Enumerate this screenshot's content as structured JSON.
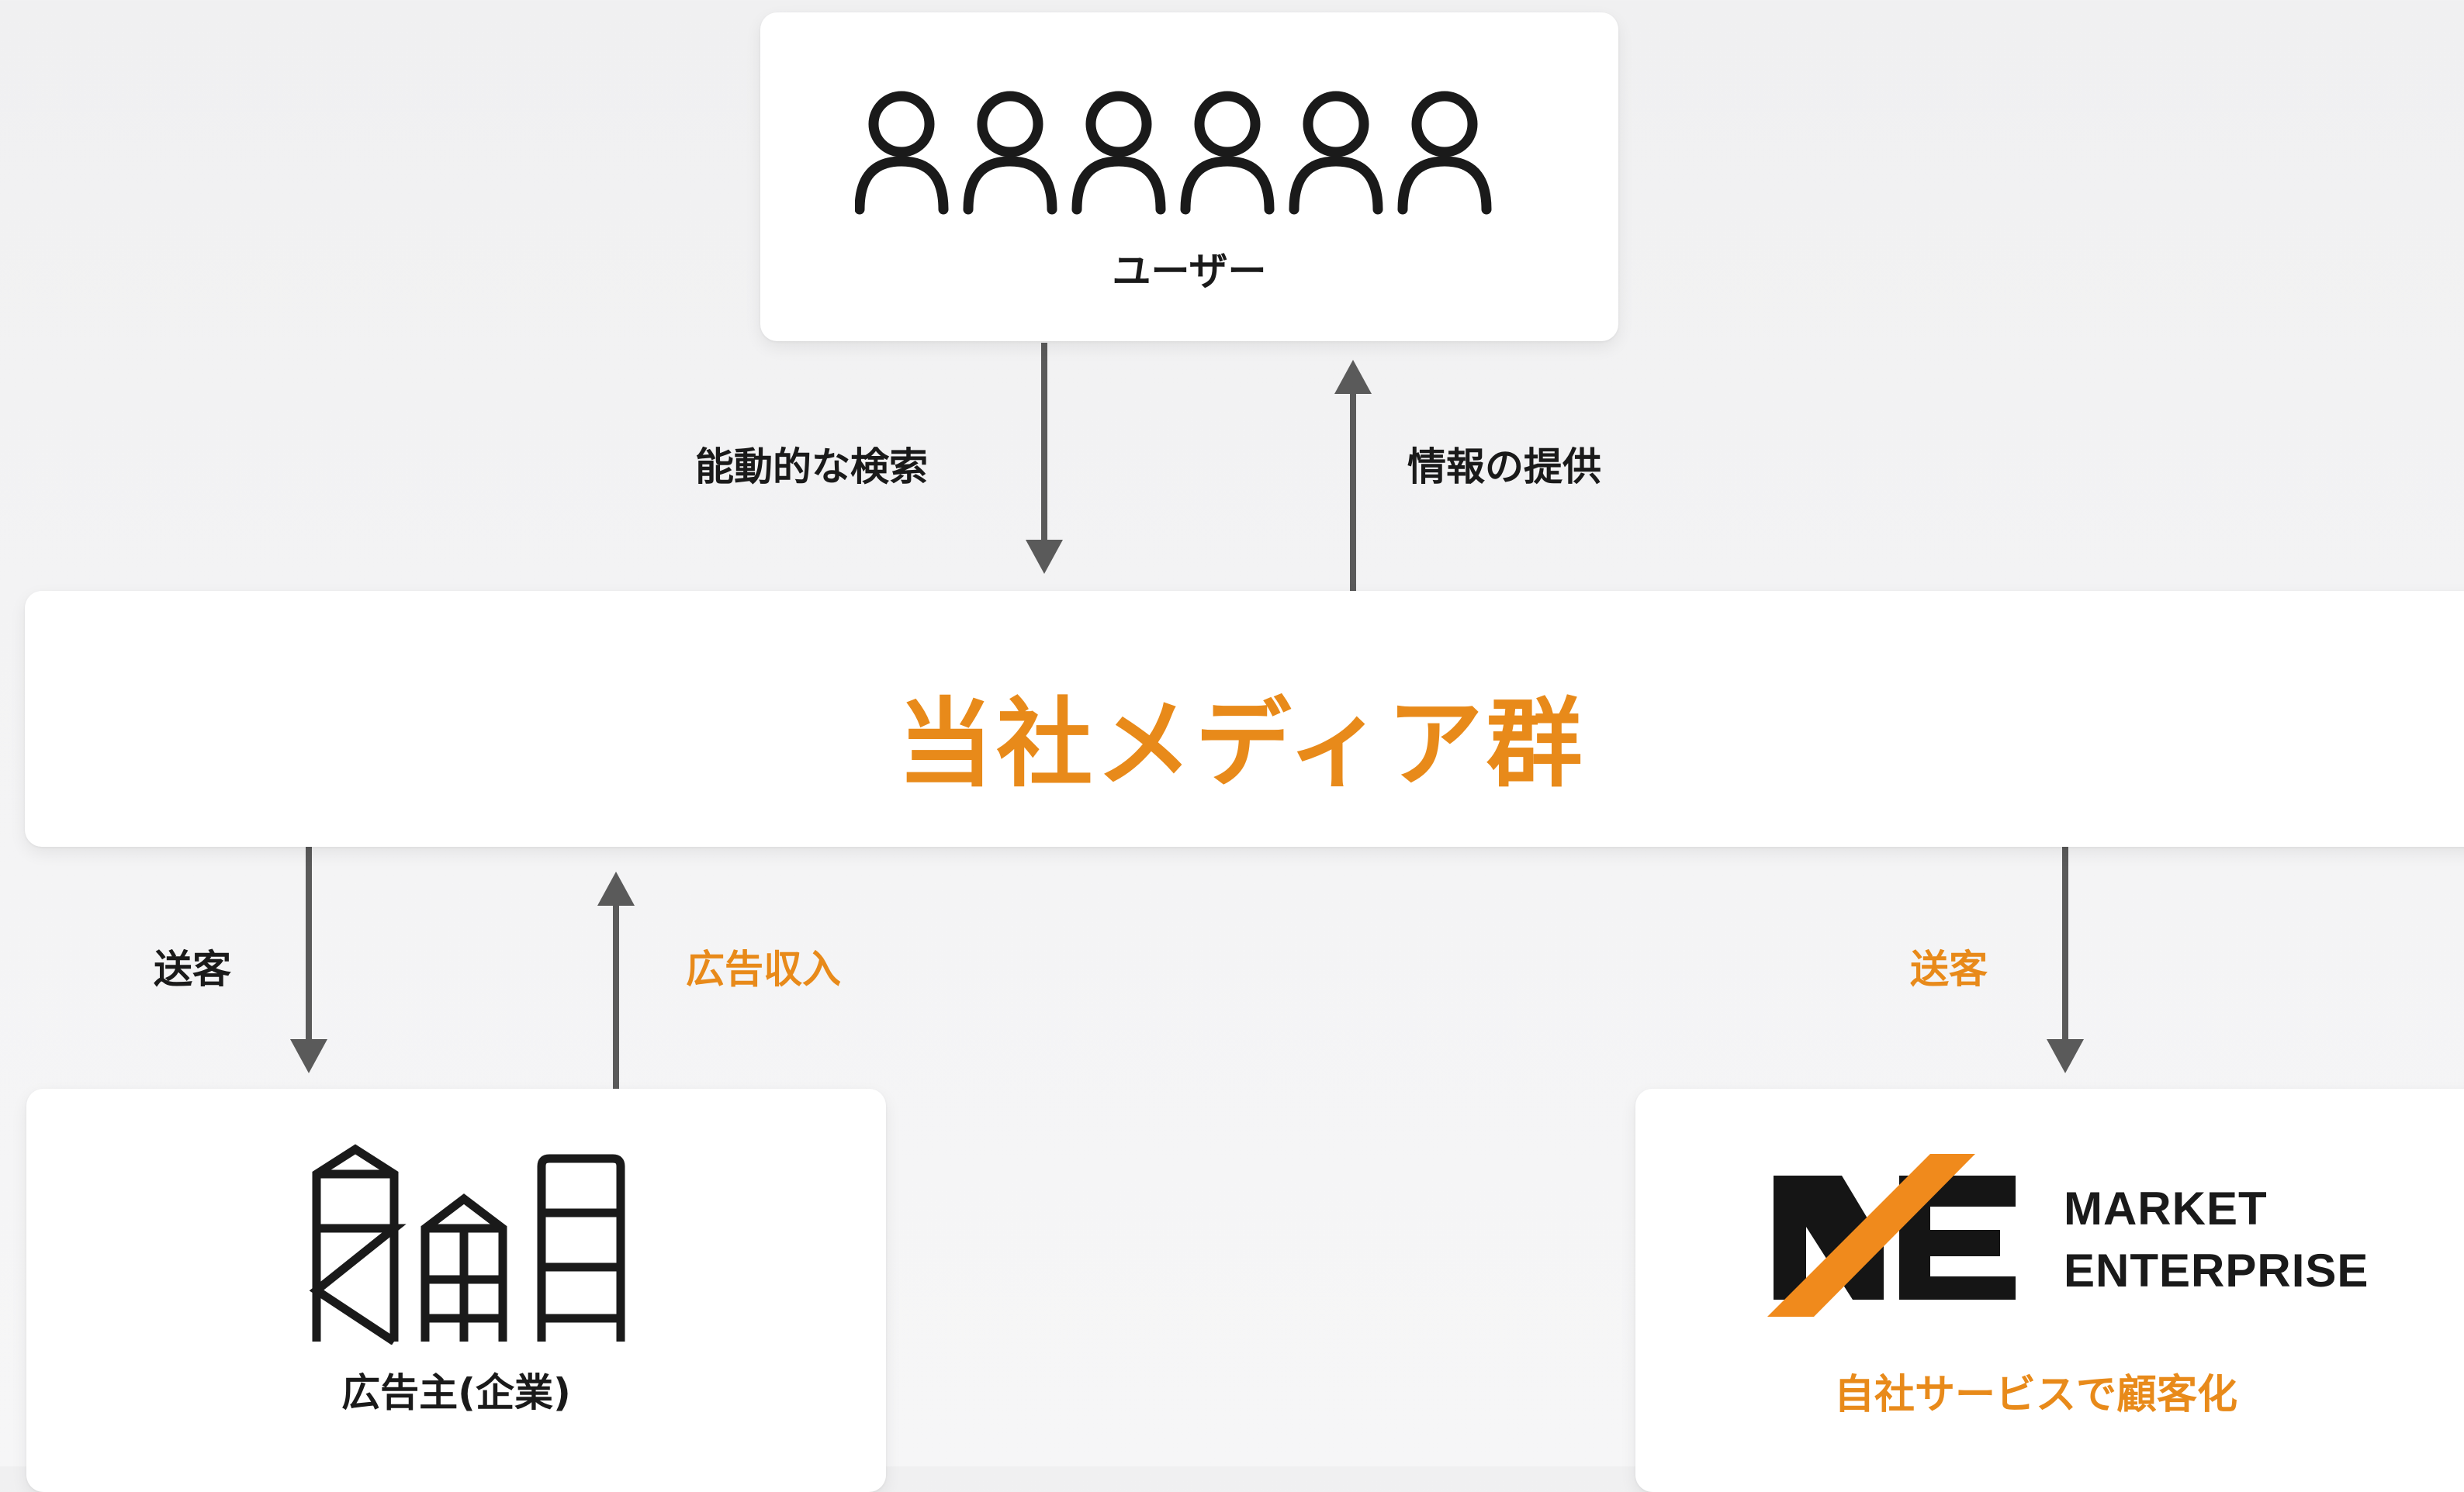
{
  "nodes": {
    "users": {
      "title": "ユーザー",
      "icon": "user-group-icon",
      "icon_count": 6
    },
    "media": {
      "title": "当社メディア群",
      "color": "#e88a1a"
    },
    "advertiser": {
      "title": "広告主(企業)",
      "icon": "buildings-icon"
    },
    "market_enterprise": {
      "logo_line1": "MARKET",
      "logo_line2": "ENTERPRISE",
      "title": "自社サービスで顧客化",
      "logo_icon": "market-enterprise-logo-icon",
      "accent": "#e88a1a"
    }
  },
  "edges": {
    "search": {
      "label": "能動的な検索"
    },
    "info": {
      "label": "情報の提供"
    },
    "send_advertiser": {
      "label": "送客"
    },
    "ad_revenue": {
      "label": "広告収入"
    },
    "send_me": {
      "label": "送客"
    }
  },
  "colors": {
    "arrow": "#5a5a5a",
    "accent": "#e88a1a",
    "text": "#1a1a1a"
  }
}
